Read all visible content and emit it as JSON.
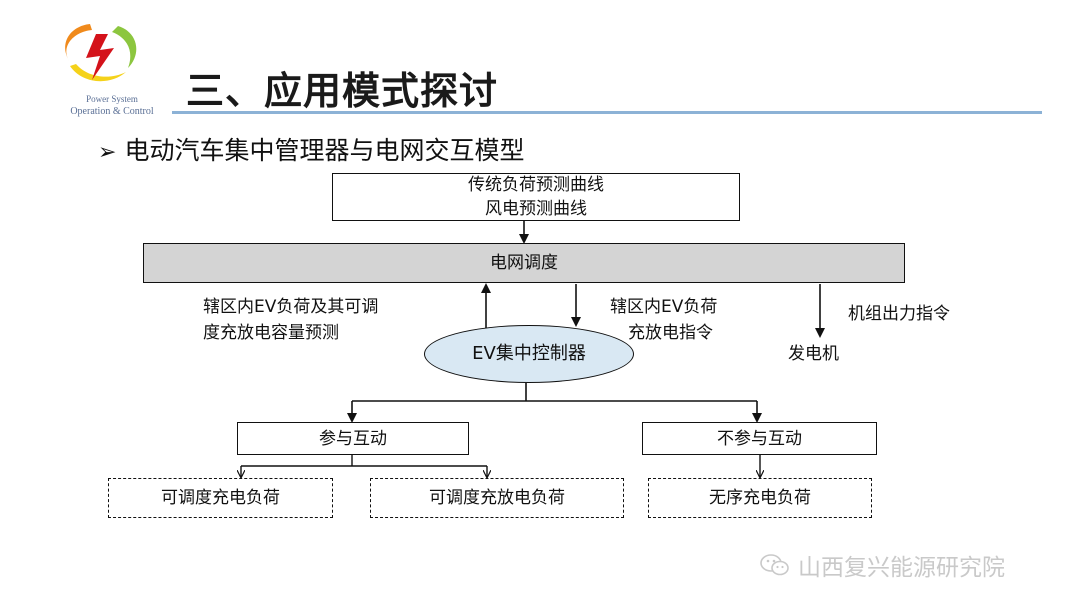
{
  "header": {
    "logo": {
      "line1": "Power System",
      "line2": "Operation & Control",
      "colors": [
        "#f08a1c",
        "#8cc63f",
        "#f5d21a",
        "#d4121a"
      ]
    },
    "title": "三、应用模式探讨",
    "subtitle_bullet": "➢",
    "subtitle": "电动汽车集中管理器与电网交互模型",
    "line_color": "#8cb2d6"
  },
  "diagram": {
    "forecast_line1": "传统负荷预测曲线",
    "forecast_line2": "风电预测曲线",
    "grid_dispatch": "电网调度",
    "ev_controller": "EV集中控制器",
    "label_up_line1": "辖区内EV负荷及其可调",
    "label_up_line2": "度充放电容量预测",
    "label_down_line1": "辖区内EV负荷",
    "label_down_line2": "充放电指令",
    "label_unit_command": "机组出力指令",
    "generator": "发电机",
    "participate": "参与互动",
    "non_participate": "不参与互动",
    "dispatchable_charge": "可调度充电负荷",
    "dispatchable_charge_discharge": "可调度充放电负荷",
    "disordered_charge": "无序充电负荷",
    "grid_fill": "#d4d4d4",
    "ellipse_fill": "#d9e8f3"
  },
  "watermark": {
    "text": "山西复兴能源研究院",
    "icon": "wechat-icon"
  }
}
